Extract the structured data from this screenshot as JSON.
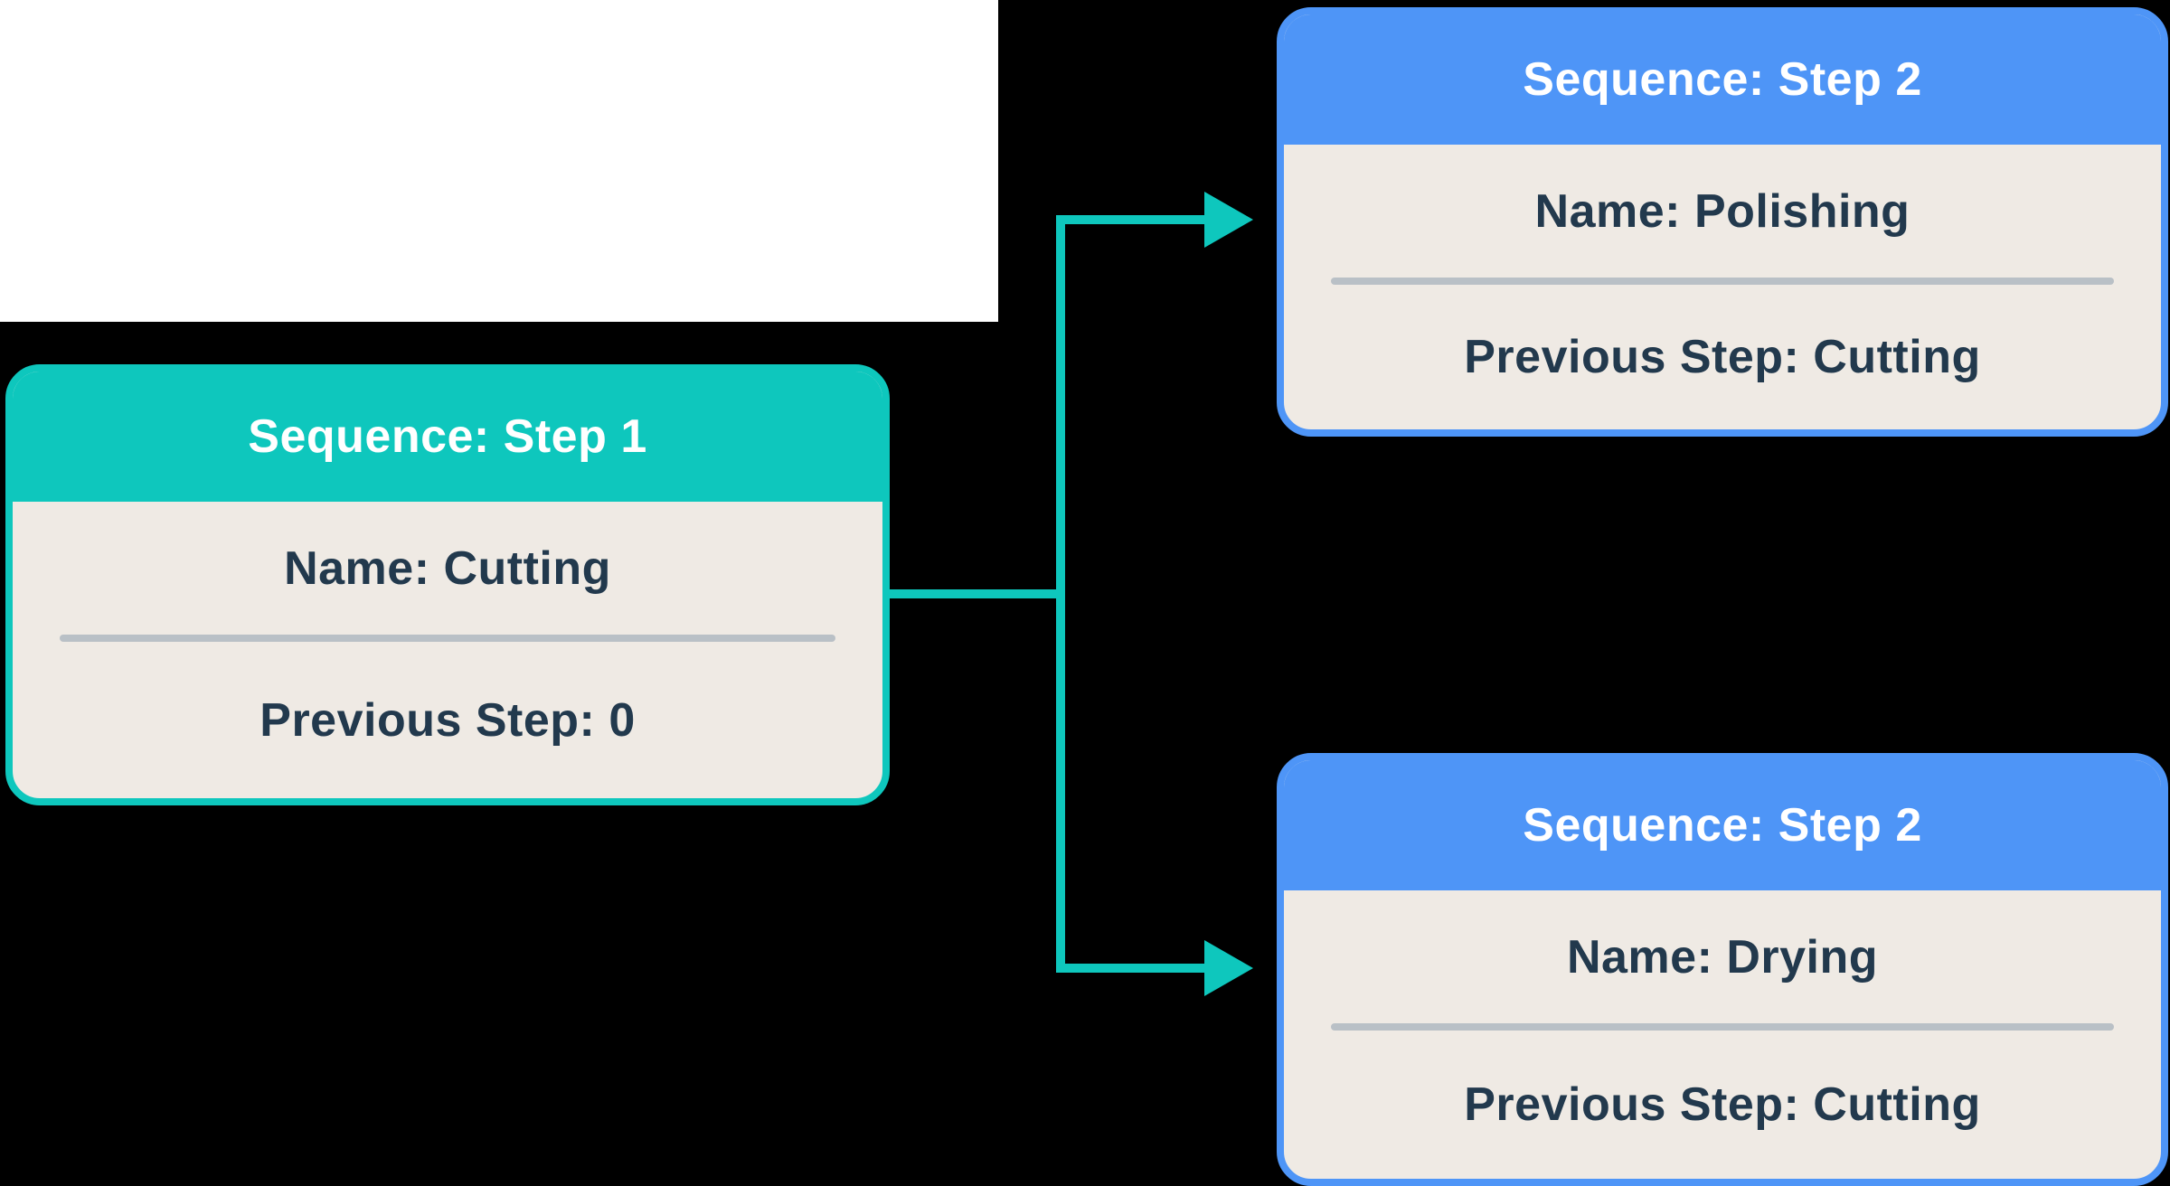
{
  "colors": {
    "background": "#000000",
    "white": "#FFFFFF",
    "teal": "#0EC7BD",
    "blue": "#4E95F7",
    "node_body": "#EFEAE4",
    "node_text": "#22394D",
    "divider": "#B9C0C6",
    "header_text": "#FFFFFF"
  },
  "nodes": [
    {
      "header_label": "Sequence: Step 1",
      "name_label": "Name: Cutting",
      "previous_label": "Previous Step: 0"
    },
    {
      "header_label": "Sequence: Step 2",
      "name_label": "Name: Polishing",
      "previous_label": "Previous Step: Cutting"
    },
    {
      "header_label": "Sequence: Step 2",
      "name_label": "Name: Drying",
      "previous_label": "Previous Step: Cutting"
    }
  ]
}
